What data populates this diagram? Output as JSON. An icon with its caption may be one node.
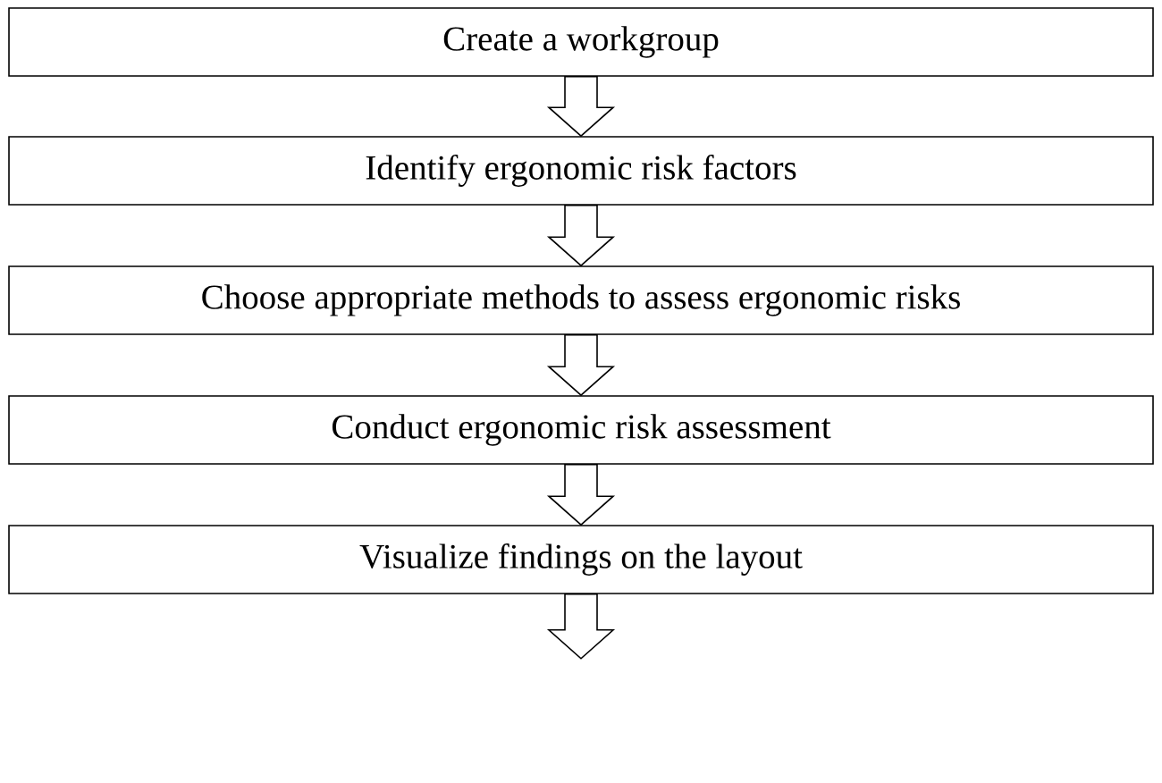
{
  "diagram": {
    "nodes": [
      {
        "text": [
          "Create a workgroup"
        ]
      },
      {
        "text": [
          "Identify ergonomic risk factors"
        ]
      },
      {
        "text": [
          "Choose appropriate methods to assess ergonomic risks"
        ]
      },
      {
        "text": [
          "Conduct ergonomic risk assessment"
        ]
      },
      {
        "text": [
          "Visualize findings on the layout"
        ]
      }
    ],
    "edges": [
      {
        "from": 0,
        "to": 1,
        "arrow": "to"
      },
      {
        "from": 1,
        "to": 2,
        "arrow": "to"
      },
      {
        "from": 2,
        "to": 3,
        "arrow": "to"
      },
      {
        "from": 3,
        "to": 4,
        "arrow": "to"
      },
      {
        "from": 4,
        "to": null,
        "arrow": "to"
      }
    ]
  }
}
